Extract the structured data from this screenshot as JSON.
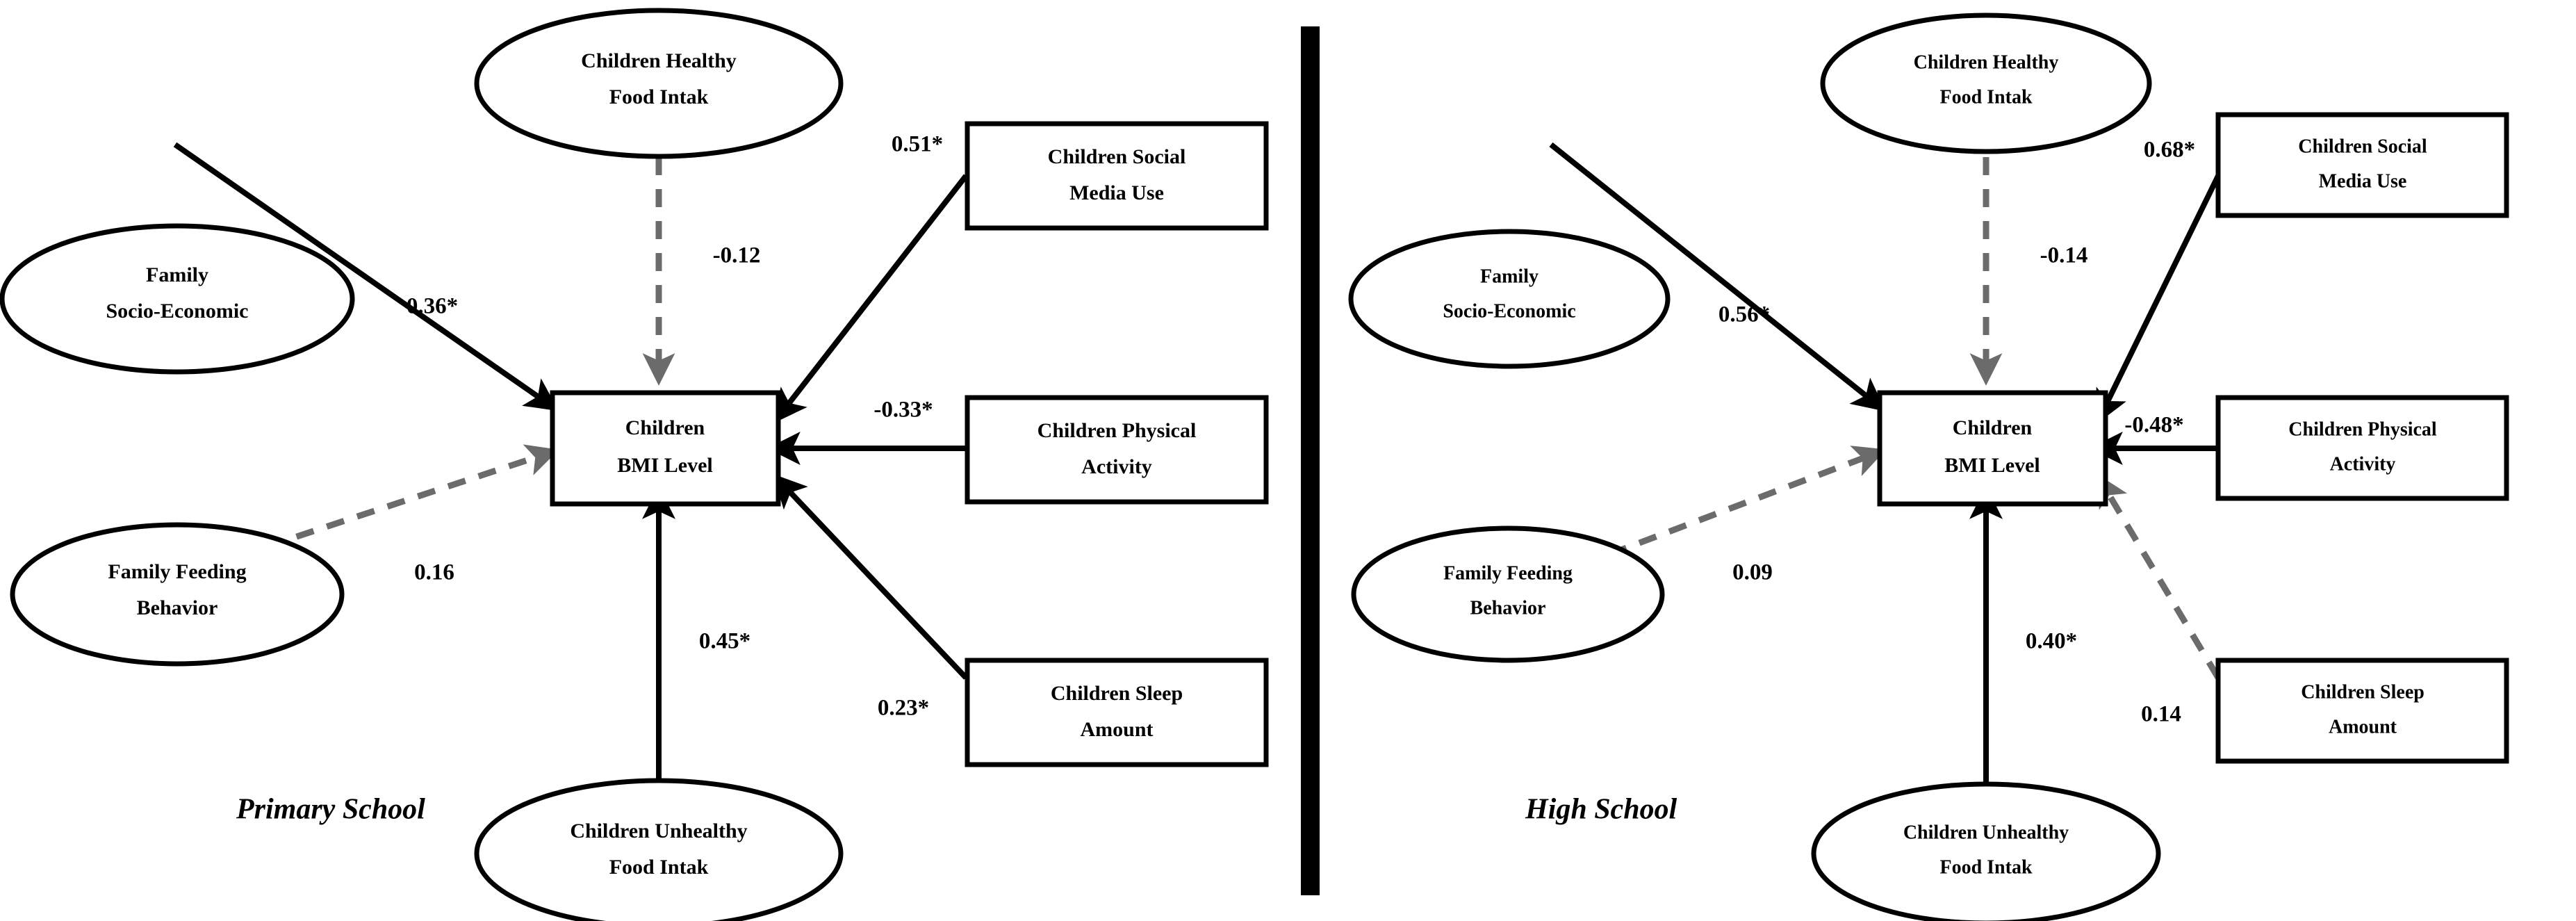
{
  "figure": {
    "type": "path-diagram",
    "description": "Two-panel structural equation model path diagram comparing Primary School and High School samples",
    "divider": {
      "color": "#000000",
      "orientation": "vertical"
    }
  },
  "legend": {
    "solid_meaning": "significant path",
    "dashed_meaning": "non-significant path",
    "significance_marker": "*"
  },
  "panels": [
    {
      "id": "primary",
      "title": "Primary School",
      "outcome": {
        "label_line1": "Children",
        "label_line2": "BMI Level",
        "shape": "rectangle"
      },
      "predictors_left": [
        {
          "label_line1": "Family",
          "label_line2": "Socio-Economic",
          "shape": "ellipse",
          "coefficient": "0.36*",
          "value": 0.36,
          "style": "solid",
          "significant": true
        },
        {
          "label_line1": "Family Feeding",
          "label_line2": "Behavior",
          "shape": "ellipse",
          "coefficient": "0.16",
          "value": 0.16,
          "style": "dashed",
          "significant": false
        }
      ],
      "predictors_top": [
        {
          "label_line1": "Children Healthy",
          "label_line2": "Food Intak",
          "shape": "ellipse",
          "coefficient": "-0.12",
          "value": -0.12,
          "style": "dashed",
          "significant": false
        }
      ],
      "predictors_bottom": [
        {
          "label_line1": "Children Unhealthy",
          "label_line2": "Food Intak",
          "shape": "ellipse",
          "coefficient": "0.45*",
          "value": 0.45,
          "style": "solid",
          "significant": true
        }
      ],
      "predictors_right": [
        {
          "label_line1": "Children Social",
          "label_line2": "Media Use",
          "shape": "rectangle",
          "coefficient": "0.51*",
          "value": 0.51,
          "style": "solid",
          "significant": true
        },
        {
          "label_line1": "Children Physical",
          "label_line2": "Activity",
          "shape": "rectangle",
          "coefficient": "-0.33*",
          "value": -0.33,
          "style": "solid",
          "significant": true
        },
        {
          "label_line1": "Children Sleep",
          "label_line2": "Amount",
          "shape": "rectangle",
          "coefficient": "0.23*",
          "value": 0.23,
          "style": "solid",
          "significant": true
        }
      ]
    },
    {
      "id": "high",
      "title": "High School",
      "outcome": {
        "label_line1": "Children",
        "label_line2": "BMI Level",
        "shape": "rectangle"
      },
      "predictors_left": [
        {
          "label_line1": "Family",
          "label_line2": "Socio-Economic",
          "shape": "ellipse",
          "coefficient": "0.56*",
          "value": 0.56,
          "style": "solid",
          "significant": true
        },
        {
          "label_line1": "Family Feeding",
          "label_line2": "Behavior",
          "shape": "ellipse",
          "coefficient": "0.09",
          "value": 0.09,
          "style": "dashed",
          "significant": false
        }
      ],
      "predictors_top": [
        {
          "label_line1": "Children Healthy",
          "label_line2": "Food Intak",
          "shape": "ellipse",
          "coefficient": "-0.14",
          "value": -0.14,
          "style": "dashed",
          "significant": false
        }
      ],
      "predictors_bottom": [
        {
          "label_line1": "Children Unhealthy",
          "label_line2": "Food Intak",
          "shape": "ellipse",
          "coefficient": "0.40*",
          "value": 0.4,
          "style": "solid",
          "significant": true
        }
      ],
      "predictors_right": [
        {
          "label_line1": "Children Social",
          "label_line2": "Media Use",
          "shape": "rectangle",
          "coefficient": "0.68*",
          "value": 0.68,
          "style": "solid",
          "significant": true
        },
        {
          "label_line1": "Children Physical",
          "label_line2": "Activity",
          "shape": "rectangle",
          "coefficient": "-0.48*",
          "value": -0.48,
          "style": "solid",
          "significant": true
        },
        {
          "label_line1": "Children Sleep",
          "label_line2": "Amount",
          "shape": "rectangle",
          "coefficient": "0.14",
          "value": 0.14,
          "style": "dashed",
          "significant": false
        }
      ]
    }
  ]
}
